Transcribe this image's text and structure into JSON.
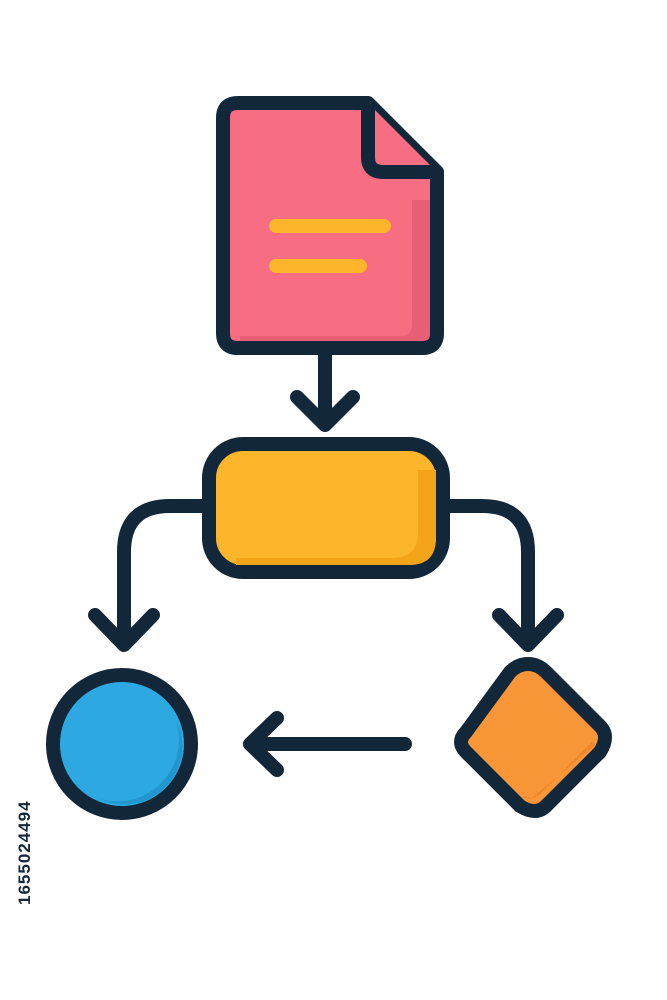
{
  "diagram": {
    "description_free": true,
    "nodes": [
      {
        "id": "document",
        "shape": "document",
        "fill": "#F76E82"
      },
      {
        "id": "process",
        "shape": "rounded-rectangle",
        "fill": "#FDB52B"
      },
      {
        "id": "terminal",
        "shape": "circle",
        "fill": "#2EA8E0"
      },
      {
        "id": "decision",
        "shape": "diamond",
        "fill": "#F99638"
      }
    ],
    "edges": [
      {
        "from": "document",
        "to": "process"
      },
      {
        "from": "process",
        "to": "terminal"
      },
      {
        "from": "process",
        "to": "decision"
      },
      {
        "from": "decision",
        "to": "terminal"
      }
    ]
  },
  "colors": {
    "outline": "#13273A",
    "document_fill": "#F76E82",
    "document_shadow": "#E35D74",
    "document_lines": "#FDB52B",
    "process_fill": "#FDB52B",
    "process_shadow": "#F4A419",
    "circle_fill": "#2EA8E0",
    "circle_shadow": "#2196CF",
    "diamond_fill": "#F99638",
    "diamond_shadow": "#EE8528",
    "background": "#FFFFFF"
  },
  "stock_id": "1655024494"
}
